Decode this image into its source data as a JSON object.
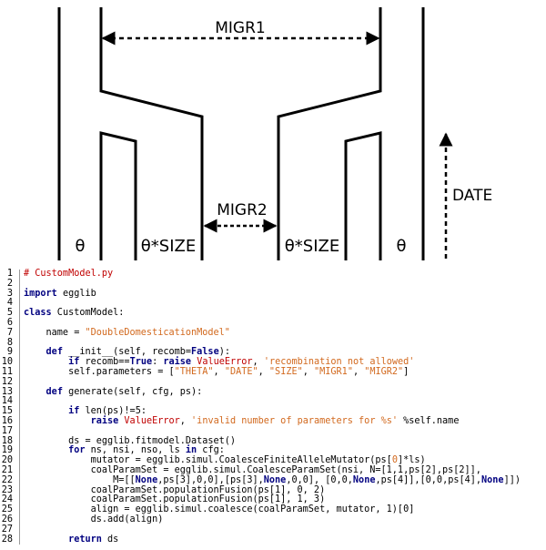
{
  "diagram": {
    "migr1_label": "MIGR1",
    "migr2_label": "MIGR2",
    "theta_left": "θ",
    "theta_size_left": "θ*SIZE",
    "theta_size_right": "θ*SIZE",
    "theta_right": "θ",
    "date_label": "DATE"
  },
  "code": {
    "lines": [
      {
        "n": "1",
        "t": [
          {
            "c": "cm",
            "s": "# CustomModel.py"
          }
        ]
      },
      {
        "n": "2",
        "t": []
      },
      {
        "n": "3",
        "t": [
          {
            "c": "kw",
            "s": "import"
          },
          {
            "c": "nm",
            "s": " egglib"
          }
        ]
      },
      {
        "n": "4",
        "t": []
      },
      {
        "n": "5",
        "t": [
          {
            "c": "kw",
            "s": "class"
          },
          {
            "c": "nm",
            "s": " CustomModel:"
          }
        ]
      },
      {
        "n": "6",
        "t": []
      },
      {
        "n": "7",
        "t": [
          {
            "c": "nm",
            "s": "    name = "
          },
          {
            "c": "st",
            "s": "\"DoubleDomesticationModel\""
          }
        ]
      },
      {
        "n": "8",
        "t": []
      },
      {
        "n": "9",
        "t": [
          {
            "c": "nm",
            "s": "    "
          },
          {
            "c": "kw",
            "s": "def"
          },
          {
            "c": "nm",
            "s": " __init__(self, recomb="
          },
          {
            "c": "kw",
            "s": "False"
          },
          {
            "c": "nm",
            "s": "):"
          }
        ]
      },
      {
        "n": "10",
        "t": [
          {
            "c": "nm",
            "s": "        "
          },
          {
            "c": "kw",
            "s": "if"
          },
          {
            "c": "nm",
            "s": " recomb=="
          },
          {
            "c": "kw",
            "s": "True"
          },
          {
            "c": "nm",
            "s": ": "
          },
          {
            "c": "kw",
            "s": "raise"
          },
          {
            "c": "nm",
            "s": " "
          },
          {
            "c": "ex",
            "s": "ValueError"
          },
          {
            "c": "nm",
            "s": ", "
          },
          {
            "c": "st",
            "s": "'recombination not allowed'"
          }
        ]
      },
      {
        "n": "11",
        "t": [
          {
            "c": "nm",
            "s": "        self.parameters = ["
          },
          {
            "c": "st",
            "s": "\"THETA\""
          },
          {
            "c": "nm",
            "s": ", "
          },
          {
            "c": "st",
            "s": "\"DATE\""
          },
          {
            "c": "nm",
            "s": ", "
          },
          {
            "c": "st",
            "s": "\"SIZE\""
          },
          {
            "c": "nm",
            "s": ", "
          },
          {
            "c": "st",
            "s": "\"MIGR1\""
          },
          {
            "c": "nm",
            "s": ", "
          },
          {
            "c": "st",
            "s": "\"MIGR2\""
          },
          {
            "c": "nm",
            "s": "]"
          }
        ]
      },
      {
        "n": "12",
        "t": []
      },
      {
        "n": "13",
        "t": [
          {
            "c": "nm",
            "s": "    "
          },
          {
            "c": "kw",
            "s": "def"
          },
          {
            "c": "nm",
            "s": " generate(self, cfg, ps):"
          }
        ]
      },
      {
        "n": "14",
        "t": []
      },
      {
        "n": "15",
        "t": [
          {
            "c": "nm",
            "s": "        "
          },
          {
            "c": "kw",
            "s": "if"
          },
          {
            "c": "nm",
            "s": " len(ps)!=5:"
          }
        ]
      },
      {
        "n": "16",
        "t": [
          {
            "c": "nm",
            "s": "            "
          },
          {
            "c": "kw",
            "s": "raise"
          },
          {
            "c": "nm",
            "s": " "
          },
          {
            "c": "ex",
            "s": "ValueError"
          },
          {
            "c": "nm",
            "s": ", "
          },
          {
            "c": "st",
            "s": "'invalid number of parameters for %s'"
          },
          {
            "c": "nm",
            "s": " %self.name"
          }
        ]
      },
      {
        "n": "17",
        "t": []
      },
      {
        "n": "18",
        "t": [
          {
            "c": "nm",
            "s": "        ds = egglib.fitmodel.Dataset()"
          }
        ]
      },
      {
        "n": "19",
        "t": [
          {
            "c": "nm",
            "s": "        "
          },
          {
            "c": "kw",
            "s": "for"
          },
          {
            "c": "nm",
            "s": " ns, nsi, nso, ls "
          },
          {
            "c": "kw",
            "s": "in"
          },
          {
            "c": "nm",
            "s": " cfg:"
          }
        ]
      },
      {
        "n": "20",
        "t": [
          {
            "c": "nm",
            "s": "            mutator = egglib.simul.CoalesceFiniteAlleleMutator(ps["
          },
          {
            "c": "st",
            "s": "0"
          },
          {
            "c": "nm",
            "s": "]*ls)"
          }
        ]
      },
      {
        "n": "21",
        "t": [
          {
            "c": "nm",
            "s": "            coalParamSet = egglib.simul.CoalesceParamSet(nsi, N=[1,1,ps[2],ps[2]],"
          }
        ]
      },
      {
        "n": "22",
        "t": [
          {
            "c": "nm",
            "s": "                M=[["
          },
          {
            "c": "kw",
            "s": "None"
          },
          {
            "c": "nm",
            "s": ",ps[3],0,0],[ps[3],"
          },
          {
            "c": "kw",
            "s": "None"
          },
          {
            "c": "nm",
            "s": ",0,0], [0,0,"
          },
          {
            "c": "kw",
            "s": "None"
          },
          {
            "c": "nm",
            "s": ",ps[4]],[0,0,ps[4],"
          },
          {
            "c": "kw",
            "s": "None"
          },
          {
            "c": "nm",
            "s": "]])"
          }
        ]
      },
      {
        "n": "23",
        "t": [
          {
            "c": "nm",
            "s": "            coalParamSet.populationFusion(ps[1], 0, 2)"
          }
        ]
      },
      {
        "n": "24",
        "t": [
          {
            "c": "nm",
            "s": "            coalParamSet.populationFusion(ps[1], 1, 3)"
          }
        ]
      },
      {
        "n": "25",
        "t": [
          {
            "c": "nm",
            "s": "            align = egglib.simul.coalesce(coalParamSet, mutator, 1)[0]"
          }
        ]
      },
      {
        "n": "26",
        "t": [
          {
            "c": "nm",
            "s": "            ds.add(align)"
          }
        ]
      },
      {
        "n": "27",
        "t": []
      },
      {
        "n": "28",
        "t": [
          {
            "c": "nm",
            "s": "        "
          },
          {
            "c": "kw",
            "s": "return"
          },
          {
            "c": "nm",
            "s": " ds"
          }
        ]
      }
    ]
  }
}
